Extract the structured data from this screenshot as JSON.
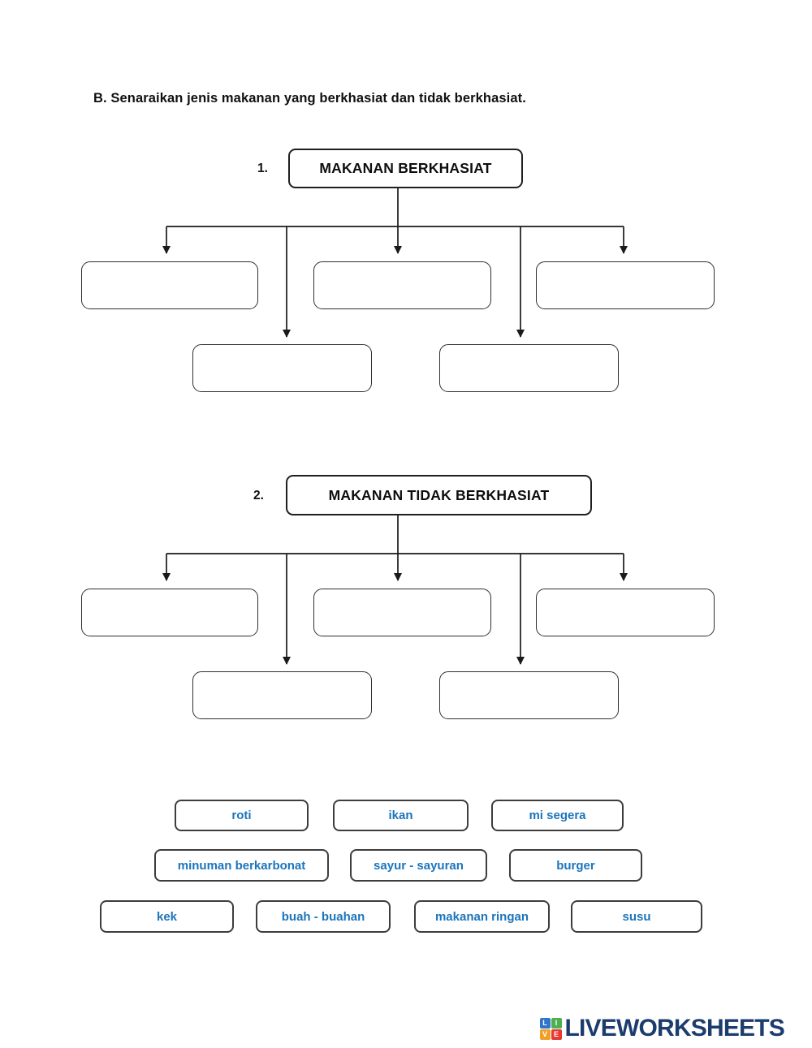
{
  "page": {
    "heading": "B. Senaraikan jenis makanan yang berkhasiat dan tidak berkhasiat.",
    "background": "#ffffff"
  },
  "diagrams": [
    {
      "number": "1.",
      "title": "MAKANAN BERKHASIAT",
      "answer_slots": 5
    },
    {
      "number": "2.",
      "title": "MAKANAN TIDAK BERKHASIAT",
      "answer_slots": 5
    }
  ],
  "word_bank": {
    "items": [
      {
        "label": "roti"
      },
      {
        "label": "ikan"
      },
      {
        "label": "mi segera"
      },
      {
        "label": "minuman berkarbonat"
      },
      {
        "label": "sayur - sayuran"
      },
      {
        "label": "burger"
      },
      {
        "label": "kek"
      },
      {
        "label": "buah - buahan"
      },
      {
        "label": "makanan ringan"
      },
      {
        "label": "susu"
      }
    ],
    "text_color": "#1b75bc"
  },
  "footer": {
    "brand": "LIVEWORKSHEETS",
    "brand_color": "#1d3c6e",
    "logo_letters": [
      "L",
      "I",
      "V",
      "E"
    ],
    "logo_colors": [
      "#2e75cc",
      "#4caf50",
      "#f0a028",
      "#e53935"
    ]
  },
  "colors": {
    "connector_line": "#1a1a1a",
    "flow_box_border": "#2f2f2f",
    "word_box_border": "#3d3d3d"
  }
}
